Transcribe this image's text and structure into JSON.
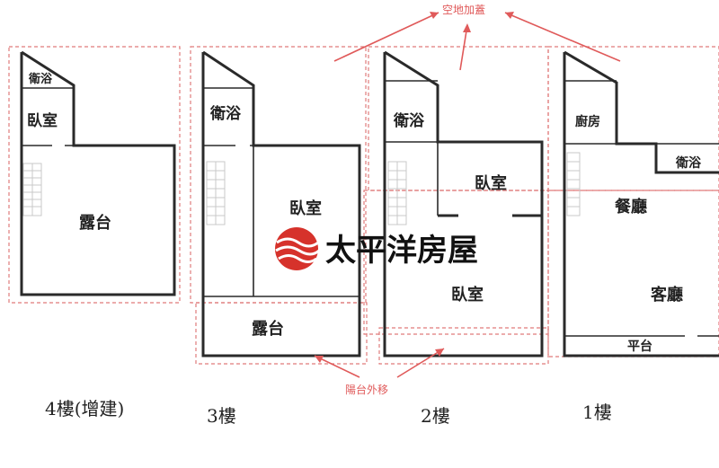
{
  "annotations": {
    "top_note": "空地加蓋",
    "bottom_note": "陽台外移"
  },
  "floors": {
    "f4": {
      "label": "4樓(增建)",
      "rooms": {
        "bath": "衛浴",
        "bedroom": "臥室",
        "terrace": "露台"
      }
    },
    "f3": {
      "label": "3樓",
      "rooms": {
        "bath": "衛浴",
        "bedroom": "臥室",
        "terrace": "露台"
      }
    },
    "f2": {
      "label": "2樓",
      "rooms": {
        "bath": "衛浴",
        "bedroom_upper": "臥室",
        "bedroom_lower": "臥室"
      }
    },
    "f1": {
      "label": "1樓",
      "rooms": {
        "kitchen": "廚房",
        "bath": "衛浴",
        "dining": "餐廳",
        "living": "客廳",
        "platform": "平台"
      }
    }
  },
  "watermark": {
    "brand": "太平洋房屋",
    "colors": {
      "logo_red": "#d6322b",
      "logo_dark": "#8a1a16"
    }
  },
  "colors": {
    "wall": "#2a2a2a",
    "dashed_outline": "#e07b7b",
    "annotation": "#e05a5a"
  }
}
